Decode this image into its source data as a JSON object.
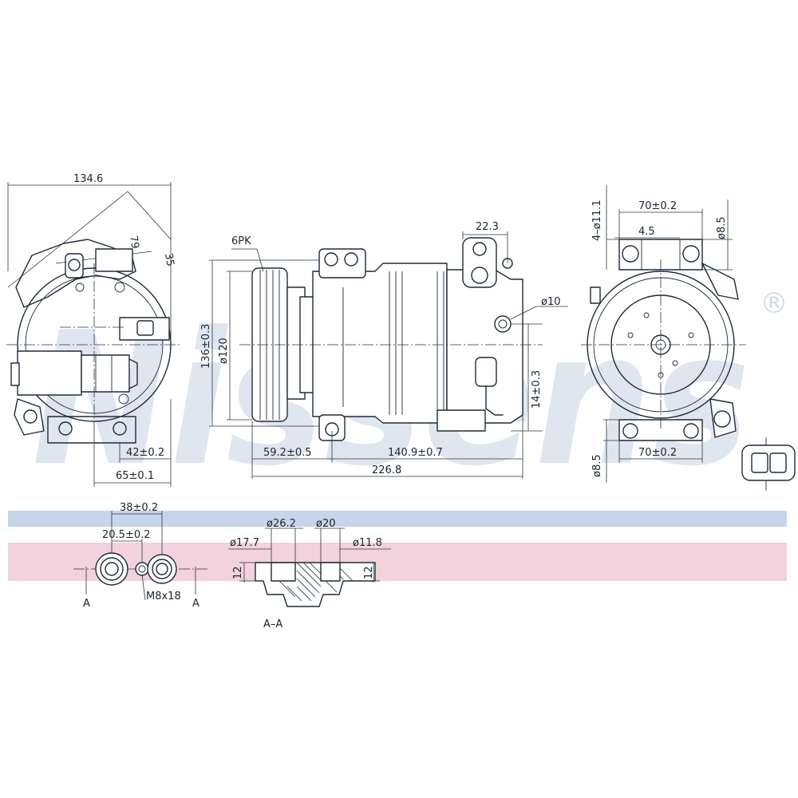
{
  "brand": {
    "watermark": "Nissens",
    "registered_mark": "®",
    "stripe_blue": "#c5d5ea",
    "stripe_pink": "#f2d2dc",
    "line_color": "#1e2a3a"
  },
  "left_view": {
    "dims": {
      "width_top": "134.6",
      "angle_a": "79",
      "angle_b": "35",
      "dim_42": "42±0.2",
      "dim_65": "65±0.1"
    }
  },
  "center_view": {
    "dims": {
      "belt": "6PK",
      "height_136": "136±0.3",
      "pulley_dia": "ø120",
      "port_22": "22.3",
      "hole_10": "ø10",
      "dim_14": "14±0.3",
      "dim_59": "59.2±0.5",
      "dim_140": "140.9±0.7",
      "length_total": "226.8"
    }
  },
  "right_view": {
    "dims": {
      "holes": "4–ø11.1",
      "top_70": "70±0.2",
      "top_45": "4.5",
      "top_85": "ø8.5",
      "bot_85": "ø8.5",
      "bot_70": "70±0.2"
    }
  },
  "port_view": {
    "dims": {
      "dim_38": "38±0.2",
      "dim_205": "20.5±0.2",
      "thread": "M8x18",
      "section_a_left": "A",
      "section_a_right": "A"
    }
  },
  "section_view": {
    "title": "A–A",
    "dims": {
      "d262": "ø26.2",
      "d20": "ø20",
      "d177": "ø17.7",
      "d118": "ø11.8",
      "h12_left": "12",
      "h12_right": "12"
    }
  }
}
